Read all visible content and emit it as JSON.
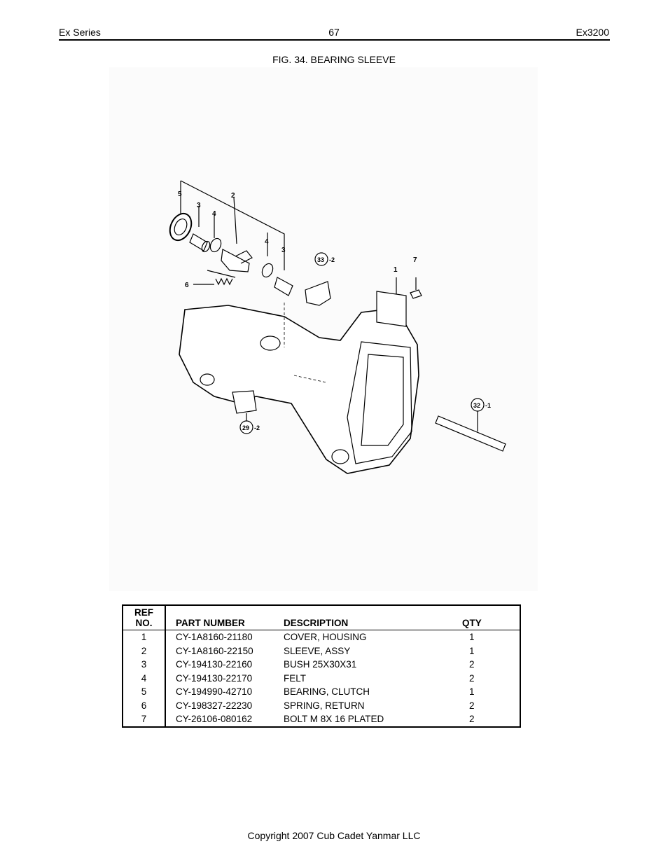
{
  "header": {
    "left": "Ex Series",
    "page_number": "67",
    "right": "Ex3200"
  },
  "figure": {
    "title": "FIG. 34. BEARING SLEEVE",
    "callouts": {
      "c5": "5",
      "c3a": "3",
      "c4a": "4",
      "c2": "2",
      "c4b": "4",
      "c3b": "3",
      "c6": "6",
      "c1": "1",
      "c7": "7",
      "c33": "33",
      "c33s": "-2",
      "c32": "32",
      "c32s": "-1",
      "c29": "29",
      "c29s": "-2"
    }
  },
  "table": {
    "headers": {
      "ref_line1": "REF",
      "ref_line2": "NO.",
      "part_number": "PART NUMBER",
      "description": "DESCRIPTION",
      "qty": "QTY"
    },
    "rows": [
      {
        "ref": "1",
        "part_number": "CY-1A8160-21180",
        "description": "COVER, HOUSING",
        "qty": "1"
      },
      {
        "ref": "2",
        "part_number": "CY-1A8160-22150",
        "description": "SLEEVE, ASSY",
        "qty": "1"
      },
      {
        "ref": "3",
        "part_number": "CY-194130-22160",
        "description": "BUSH 25X30X31",
        "qty": "2"
      },
      {
        "ref": "4",
        "part_number": "CY-194130-22170",
        "description": "FELT",
        "qty": "2"
      },
      {
        "ref": "5",
        "part_number": "CY-194990-42710",
        "description": "BEARING, CLUTCH",
        "qty": "1"
      },
      {
        "ref": "6",
        "part_number": "CY-198327-22230",
        "description": "SPRING, RETURN",
        "qty": "2"
      },
      {
        "ref": "7",
        "part_number": "CY-26106-080162",
        "description": "BOLT M 8X 16 PLATED",
        "qty": "2"
      }
    ]
  },
  "footer": {
    "copyright": "Copyright 2007 Cub Cadet Yanmar LLC"
  }
}
